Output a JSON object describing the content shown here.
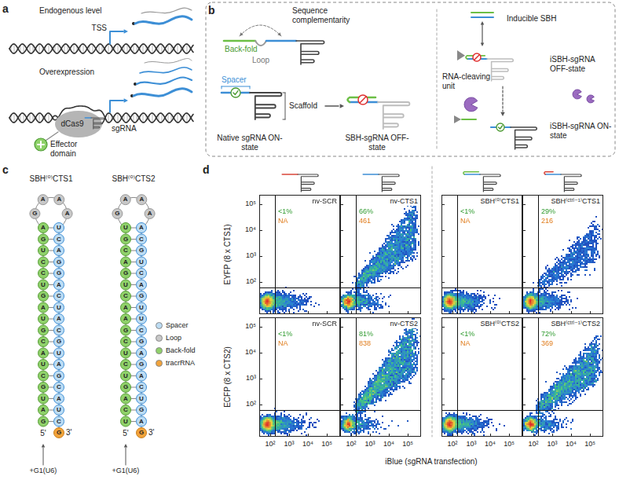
{
  "diagram": {
    "nodes": [
      {
        "text": [
          "nv-SCR",
          "<1%",
          "NA"
        ]
      },
      {
        "text": [
          "nv-CTS1",
          "66%",
          "461"
        ]
      },
      {
        "text": [
          "SBH⁽⁰⁾CTS1",
          "<1%",
          "NA"
        ]
      },
      {
        "text": [
          "SBH⁽ᶜᵗʳˡ⁻¹⁾CTS1",
          "29%",
          "216"
        ]
      },
      {
        "text": [
          "nv-SCR",
          "<1%",
          "NA"
        ]
      },
      {
        "text": [
          "nv-CTS2",
          "81%",
          "838"
        ]
      },
      {
        "text": [
          "SBH⁽⁰⁾CTS2",
          "<1%",
          "NA"
        ]
      },
      {
        "text": [
          "SBH⁽ᶜᵗʳˡ⁻¹⁾CTS2",
          "72%",
          "369"
        ]
      }
    ],
    "labels": [
      "a",
      "Endogenous level",
      "TSS",
      "Overexpression",
      "dCas9",
      "sgRNA",
      "Effector domain",
      "b",
      "Sequence complementarity",
      "Back-fold",
      "Loop",
      "Spacer",
      "Scaffold",
      "Native sgRNA ON-state",
      "SBH-sgRNA OFF-state",
      "Inducible SBH",
      "RNA-cleaving unit",
      "iSBH-sgRNA OFF-state",
      "iSBH-sgRNA ON-state",
      "c",
      "SBH⁽⁰⁾CTS1",
      "SBH⁽⁰⁾CTS2",
      "5'",
      "3'",
      "+G1(U6)",
      "5'",
      "3'",
      "+G1(U6)",
      "d",
      "EYFP (8 x CTS1)",
      "ECFP (8 x CTS2)",
      "iBlue (sgRNA transfection)",
      "10⁵",
      "10⁴",
      "10³",
      "10²",
      "10⁵",
      "10⁴",
      "10³",
      "10²",
      "10²",
      "10³",
      "10⁴",
      "10⁵",
      "10²",
      "10³",
      "10⁴",
      "10⁵",
      "10²",
      "10³",
      "10⁴",
      "10⁵",
      "10²",
      "10³",
      "10⁴",
      "10⁵",
      "G",
      "A",
      "U",
      "G",
      "C",
      "U",
      "A",
      "C",
      "G",
      "U",
      "A",
      "G",
      "U",
      "C",
      "C",
      "U",
      "G",
      "A",
      "G",
      "A",
      "A",
      "A",
      "U",
      "C",
      "A",
      "G",
      "G",
      "A",
      "C",
      "U",
      "A",
      "C",
      "G",
      "U",
      "A",
      "G",
      "C",
      "A",
      "U",
      "C",
      "G",
      "U",
      "C",
      "A",
      "G",
      "U",
      "C",
      "U",
      "C",
      "G",
      "A",
      "A",
      "C",
      "U",
      "G",
      "A",
      "C",
      "G",
      "U",
      "G",
      "A",
      "A",
      "A",
      "A",
      "C",
      "G",
      "U",
      "C",
      "A",
      "G",
      "U",
      "U",
      "C",
      "G",
      "A",
      "G",
      "A",
      "C",
      "U",
      "G",
      "A",
      "G"
    ],
    "legend": [
      {
        "text": "Spacer",
        "color": "#bcdcf3"
      },
      {
        "text": "Loop",
        "color": "#c8c8c8"
      },
      {
        "text": "Back-fold",
        "color": "#8fd16a"
      },
      {
        "text": "tracrRNA",
        "color": "#f2a33a"
      }
    ]
  }
}
